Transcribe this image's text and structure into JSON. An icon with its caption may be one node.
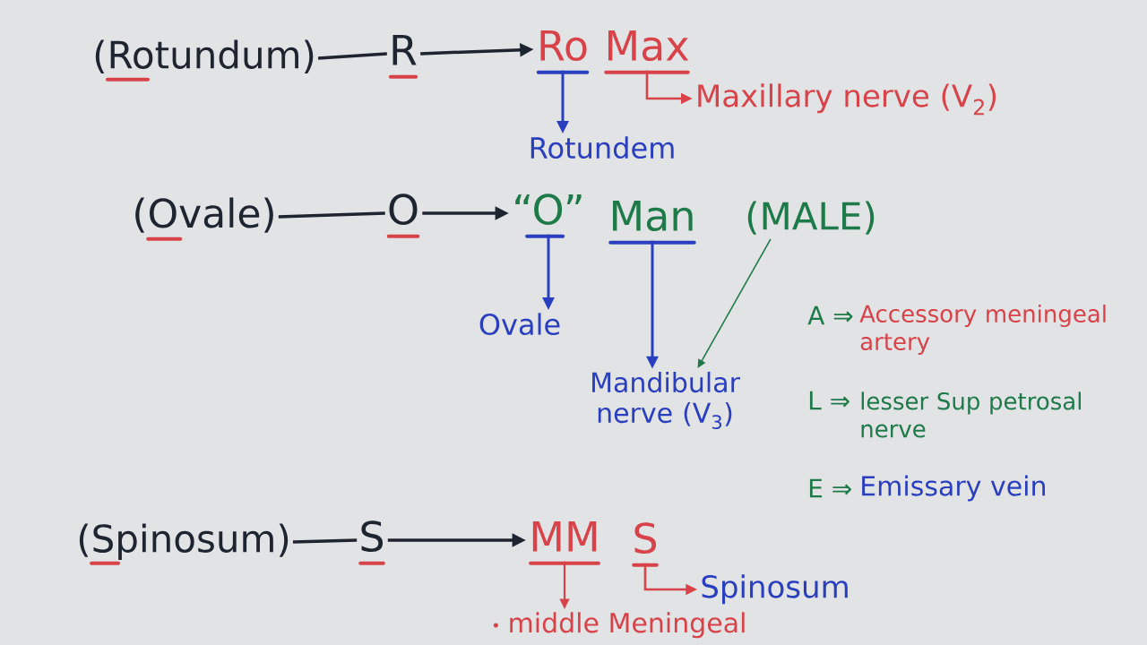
{
  "diagram": {
    "nodes": [
      {
        "text": [
          "(Rotundum)"
        ]
      },
      {
        "text": [
          "R"
        ]
      },
      {
        "text": [
          "Ro"
        ]
      },
      {
        "text": [
          "Max"
        ]
      },
      {
        "text": [
          "Rotundem"
        ]
      },
      {
        "text": [
          "Maxillary nerve (V$_{2}$)"
        ]
      },
      {
        "text": [
          "(Ovale)"
        ]
      },
      {
        "text": [
          "O"
        ]
      },
      {
        "text": [
          "“O”"
        ]
      },
      {
        "text": [
          "Man"
        ]
      },
      {
        "text": [
          "(MALE)"
        ]
      },
      {
        "text": [
          "Ovale"
        ]
      },
      {
        "text": [
          "Mandibular nerve (V$_{3}$)"
        ]
      },
      {
        "text": [
          "(Spinosum)"
        ]
      },
      {
        "text": [
          "S"
        ]
      },
      {
        "text": [
          "MM"
        ]
      },
      {
        "text": [
          "S"
        ]
      },
      {
        "text": [
          "Spinosum"
        ]
      },
      {
        "text": [
          "middle Meningeal"
        ]
      }
    ],
    "edges": [
      {
        "from": 0,
        "to": 1,
        "arrow": "none"
      },
      {
        "from": 1,
        "to": 2,
        "arrow": "to"
      },
      {
        "from": 2,
        "to": 4,
        "arrow": "to",
        "color": "#2a3fc0"
      },
      {
        "from": 3,
        "to": 5,
        "arrow": "to",
        "color": "#d8434a"
      },
      {
        "from": 6,
        "to": 7,
        "arrow": "none"
      },
      {
        "from": 7,
        "to": 8,
        "arrow": "to"
      },
      {
        "from": 8,
        "to": 11,
        "arrow": "to",
        "color": "#2a3fc0"
      },
      {
        "from": 9,
        "to": 12,
        "arrow": "to",
        "color": "#2a3fc0"
      },
      {
        "from": 10,
        "to": 12,
        "arrow": "to",
        "color": "#1f7a4a"
      },
      {
        "from": 13,
        "to": 14,
        "arrow": "none"
      },
      {
        "from": 14,
        "to": 15,
        "arrow": "to"
      },
      {
        "from": 15,
        "to": 18,
        "arrow": "to",
        "color": "#d8434a"
      },
      {
        "from": 16,
        "to": 17,
        "arrow": "to",
        "color": "#d8434a"
      }
    ],
    "labels": [
      "A ⇒",
      "Accessory meningeal artery",
      "L ⇒",
      "lesser Sup petrosal nerve",
      "E ⇒",
      "Emissary vein"
    ]
  }
}
